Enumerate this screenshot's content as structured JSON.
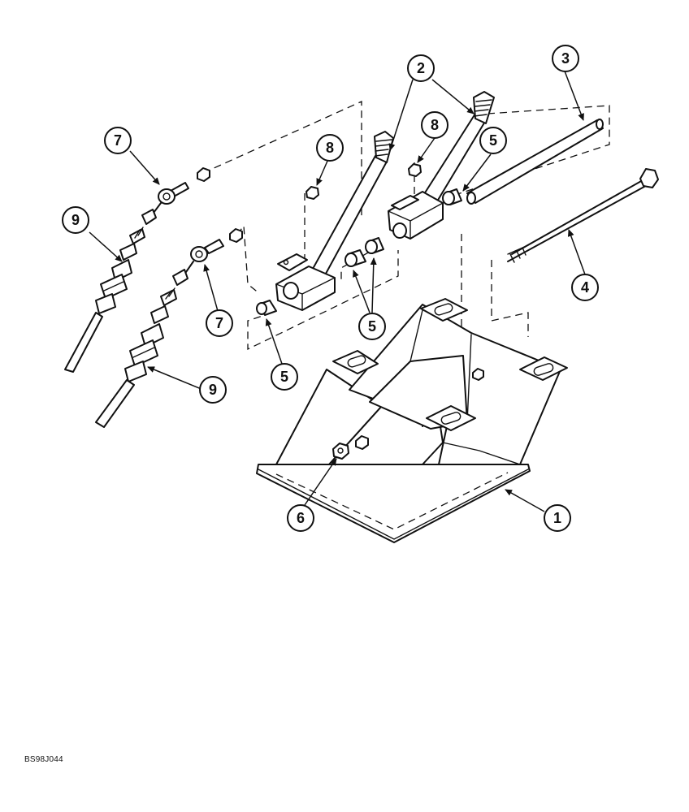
{
  "figure": {
    "code": "BS98J044"
  },
  "callouts": {
    "c1": "1",
    "c2": "2",
    "c3": "3",
    "c4": "4",
    "c5a": "5",
    "c5b": "5",
    "c5c": "5",
    "c6": "6",
    "c7a": "7",
    "c7b": "7",
    "c8a": "8",
    "c8b": "8",
    "c9a": "9",
    "c9b": "9"
  },
  "colors": {
    "ink": "#111111",
    "paper": "#ffffff"
  }
}
